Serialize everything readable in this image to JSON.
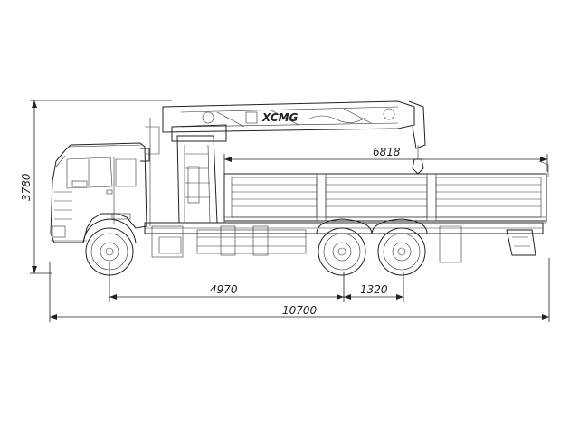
{
  "drawing": {
    "crane_brand": "XCMG",
    "dimensions": {
      "overall_height": "3780",
      "body_length": "6818",
      "wheelbase": "4970",
      "tandem_spacing": "1320",
      "overall_length": "10700"
    },
    "colors": {
      "line": "#222222",
      "background": "#ffffff"
    }
  }
}
